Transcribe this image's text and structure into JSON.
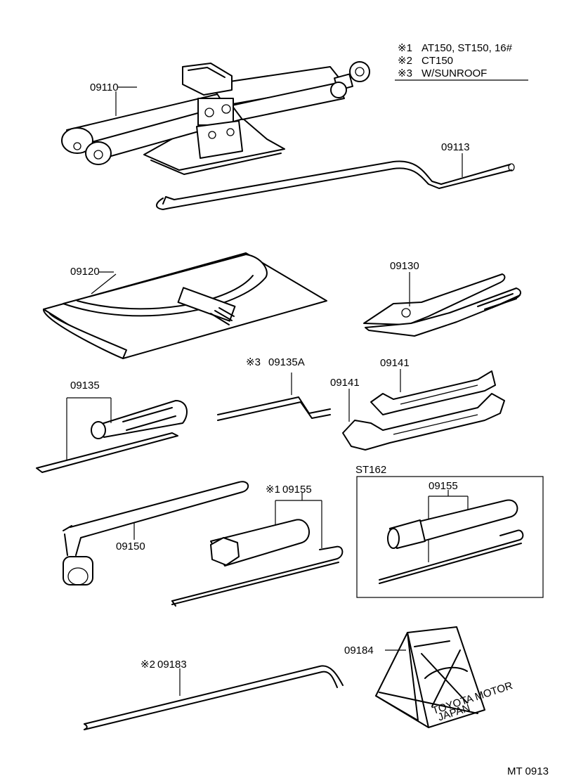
{
  "legend": {
    "notes": [
      {
        "mark": "※1",
        "text": "AT150, ST150, 16#"
      },
      {
        "mark": "※2",
        "text": "CT150"
      },
      {
        "mark": "※3",
        "text": "W/SUNROOF"
      }
    ]
  },
  "parts": {
    "jack": "09110",
    "jack_handle": "09113",
    "tool_bag": "09120",
    "pliers": "09130",
    "screwdriver": "09135",
    "screwdriver_sunroof_mark": "※3",
    "screwdriver_sunroof": "09135A",
    "wrench_small": "09141",
    "wrench_large": "09141",
    "hub_nut_wrench": "09150",
    "plug_wrench_mark": "※1",
    "plug_wrench": "09155",
    "plug_wrench_st162": "09155",
    "tire_lever_mark": "※2",
    "tire_lever": "09183",
    "wheel_chock": "09184",
    "chock_text_1": "TOYOTA MOTOR",
    "chock_text_2": "JAPAN"
  },
  "group_box": {
    "title": "ST162"
  },
  "figure_code": "MT 0913"
}
